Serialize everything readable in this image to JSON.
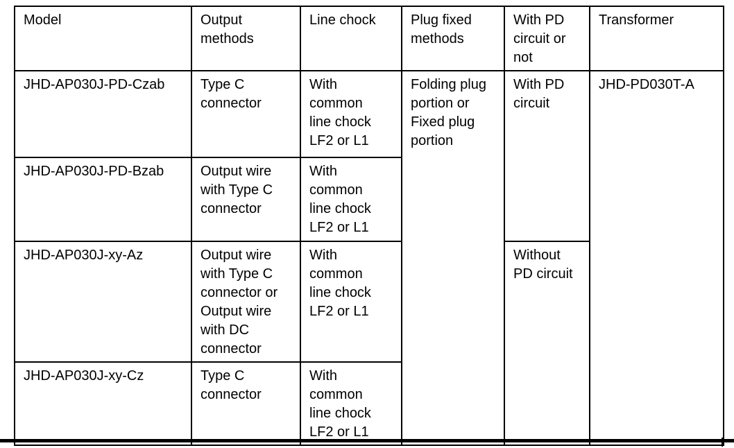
{
  "table": {
    "headers": {
      "model": "Model",
      "output_methods": "Output\nmethods",
      "line_chock": "Line chock",
      "plug_fixed_methods": "Plug fixed\nmethods",
      "pd_circuit": "With PD\ncircuit or\nnot",
      "transformer": "Transformer"
    },
    "rows": [
      {
        "model": "JHD-AP030J-PD-Czab",
        "output_methods": "Type C\nconnector",
        "line_chock": "With\ncommon\nline chock\nLF2 or L1",
        "plug_fixed_methods": "Folding plug\nportion or\nFixed plug\nportion",
        "pd_circuit": "With PD\ncircuit",
        "transformer": "JHD-PD030T-A"
      },
      {
        "model": "JHD-AP030J-PD-Bzab",
        "output_methods": "Output wire\nwith Type C\nconnector",
        "line_chock": "With\ncommon\nline chock\nLF2 or L1"
      },
      {
        "model": "JHD-AP030J-xy-Az",
        "output_methods": "Output wire\nwith Type C\nconnector or\nOutput wire\nwith DC\nconnector",
        "line_chock": "With\ncommon\nline chock\nLF2 or L1",
        "pd_circuit": "Without\nPD circuit"
      },
      {
        "model": "JHD-AP030J-xy-Cz",
        "output_methods": "Type C\nconnector",
        "line_chock": "With\ncommon\nline chock\nLF2 or L1"
      }
    ],
    "colors": {
      "border": "#000000",
      "background": "#ffffff",
      "text": "#000000"
    }
  }
}
